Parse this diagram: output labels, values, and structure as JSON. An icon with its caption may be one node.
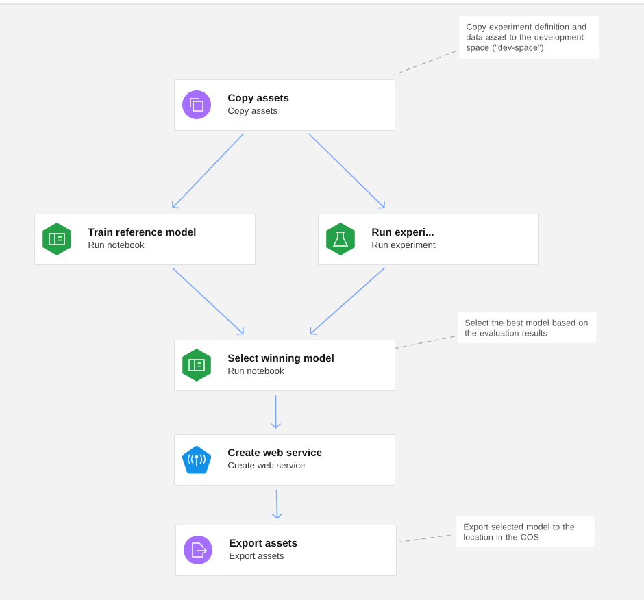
{
  "diagram": {
    "nodes": [
      {
        "text": [
          "Copy experiment definition and data asset to the development space (\"dev-space\")"
        ]
      },
      {
        "text": [
          "Copy assets",
          "Copy assets"
        ]
      },
      {
        "text": [
          "Train reference model",
          "Run notebook"
        ]
      },
      {
        "text": [
          "Run experi...",
          "Run experiment"
        ]
      },
      {
        "text": [
          "Select the best model based on the evaluation results"
        ]
      },
      {
        "text": [
          "Select winning model",
          "Run notebook"
        ]
      },
      {
        "text": [
          "Create web service",
          "Create web service"
        ]
      },
      {
        "text": [
          "Export assets",
          "Export assets"
        ]
      },
      {
        "text": [
          "Export selected model to the location in the COS"
        ]
      }
    ],
    "edges": [
      {
        "from": 1,
        "to": 2,
        "arrow": "to"
      },
      {
        "from": 1,
        "to": 3,
        "arrow": "to"
      },
      {
        "from": 2,
        "to": 5,
        "arrow": "to"
      },
      {
        "from": 3,
        "to": 5,
        "arrow": "to"
      },
      {
        "from": 5,
        "to": 6,
        "arrow": "to"
      },
      {
        "from": 6,
        "to": 7,
        "arrow": "to"
      },
      {
        "from": 0,
        "to": 1,
        "arrow": "none",
        "style": "dashed",
        "color": "#a8a8a8"
      },
      {
        "from": 4,
        "to": 5,
        "arrow": "none",
        "style": "dashed",
        "color": "#a8a8a8"
      },
      {
        "from": 8,
        "to": 7,
        "arrow": "none",
        "style": "dashed",
        "color": "#a8a8a8"
      }
    ]
  }
}
